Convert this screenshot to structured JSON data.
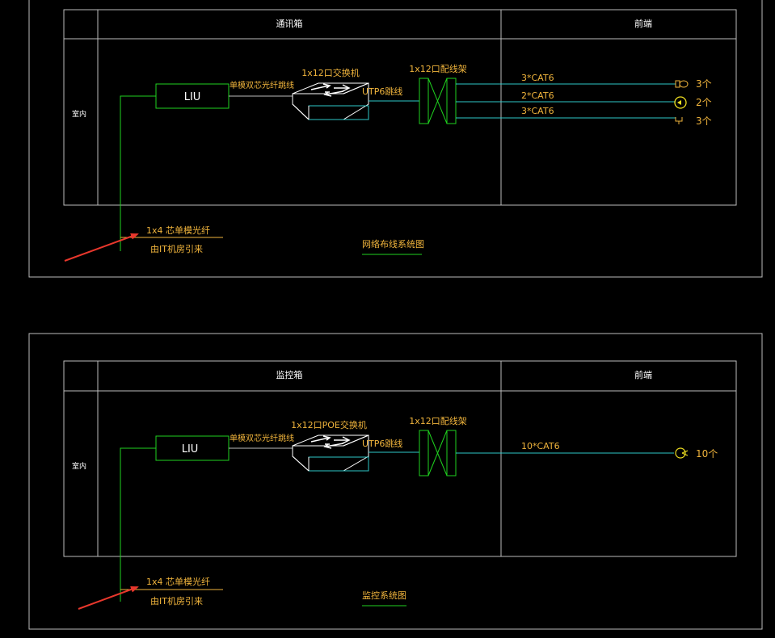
{
  "colors": {
    "background": "#000000",
    "frame": "#bdbdbd",
    "equipment": "#1fd21f",
    "cable": "#2ec9c9",
    "text": "#f0b43c",
    "arrow": "#e8372c"
  },
  "diagrams": [
    {
      "header_middle": "通讯箱",
      "header_right": "前端",
      "row_label": "室内",
      "liu": "LIU",
      "fiber_link": "单模双芯光纤跳线",
      "switch": "1x12口交换机",
      "utp": "UTP6跳线",
      "patch_panel": "1x12口配线架",
      "cables": [
        {
          "label": "3*CAT6",
          "endpoint_icon": "outlet-icon",
          "count": "3个"
        },
        {
          "label": "2*CAT6",
          "endpoint_icon": "camera-icon",
          "count": "2个"
        },
        {
          "label": "3*CAT6",
          "endpoint_icon": "access-point-icon",
          "count": "3个"
        }
      ],
      "incoming_fiber": "1x4 芯单模光纤",
      "incoming_from": "由IT机房引来",
      "title": "网络布线系统图"
    },
    {
      "header_middle": "监控箱",
      "header_right": "前端",
      "row_label": "室内",
      "liu": "LIU",
      "fiber_link": "单模双芯光纤跳线",
      "switch": "1x12口POE交换机",
      "utp": "UTP6跳线",
      "patch_panel": "1x12口配线架",
      "cables": [
        {
          "label": "10*CAT6",
          "endpoint_icon": "camera-icon",
          "count": "10个"
        }
      ],
      "incoming_fiber": "1x4 芯单模光纤",
      "incoming_from": "由IT机房引来",
      "title": "监控系统图"
    }
  ]
}
